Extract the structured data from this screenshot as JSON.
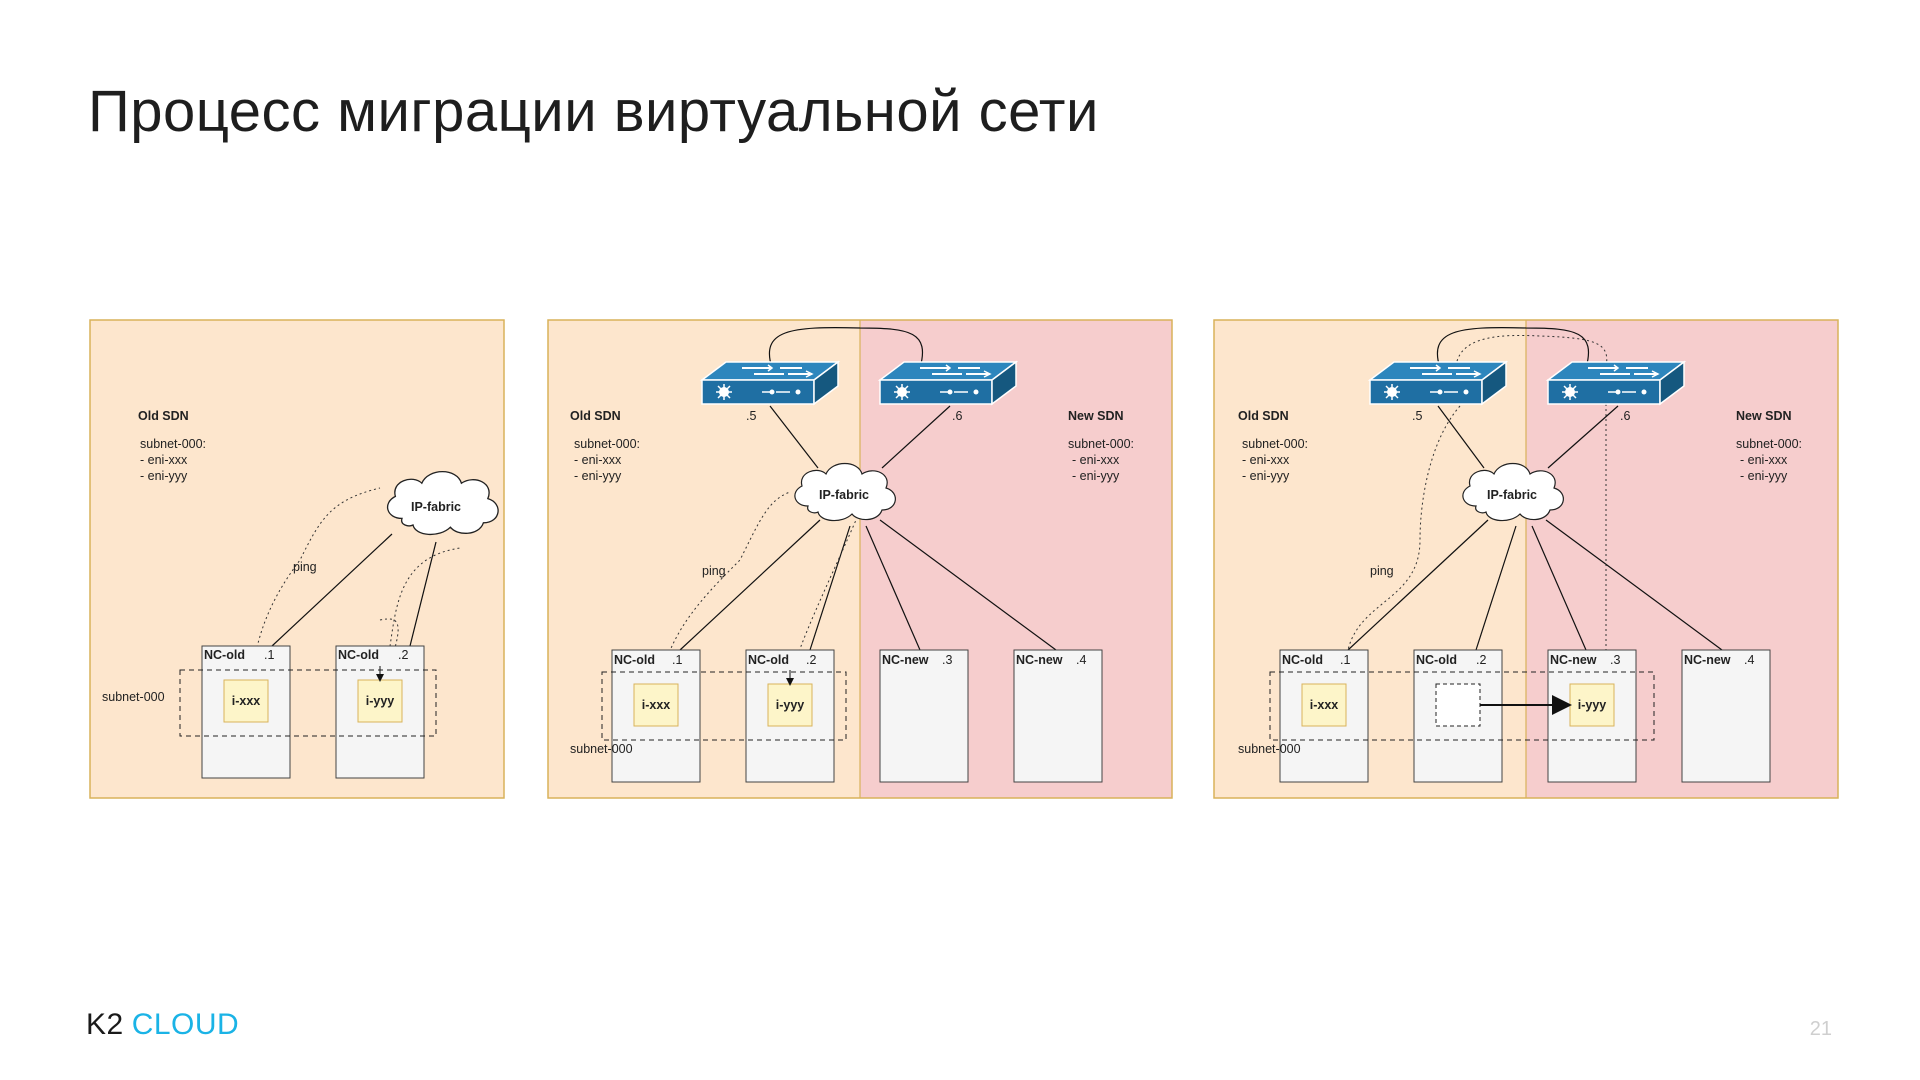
{
  "slide": {
    "title": "Процесс миграции виртуальной сети",
    "page_number": "21"
  },
  "logo": {
    "part1": "K2",
    "part2": "CLOUD",
    "accent_color": "#1ab3e6"
  },
  "colors": {
    "old_sdn_bg": "#fde6cd",
    "new_sdn_bg": "#f6cdcd",
    "switch": "#1f6fa3",
    "instance": "#fdf5c9"
  },
  "panel1": {
    "old_sdn": "Old SDN",
    "subnet_list": [
      "subnet-000:",
      " - eni-xxx",
      " - eni-yyy"
    ],
    "cloud": "IP-fabric",
    "ping": "ping",
    "subnet_label": "subnet-000",
    "nodes": [
      {
        "name": "NC-old",
        "ip": ".1",
        "instance": "i-xxx"
      },
      {
        "name": "NC-old",
        "ip": ".2",
        "instance": "i-yyy"
      }
    ]
  },
  "panel2": {
    "old_sdn": "Old SDN",
    "new_sdn": "New SDN",
    "subnet_list_old": [
      "subnet-000:",
      " - eni-xxx",
      " - eni-yyy"
    ],
    "subnet_list_new": [
      "subnet-000:",
      " - eni-xxx",
      " - eni-yyy"
    ],
    "switch_ips": [
      ".5",
      ".6"
    ],
    "cloud": "IP-fabric",
    "ping": "ping",
    "subnet_label": "subnet-000",
    "nodes": [
      {
        "name": "NC-old",
        "ip": ".1",
        "instance": "i-xxx"
      },
      {
        "name": "NC-old",
        "ip": ".2",
        "instance": "i-yyy"
      },
      {
        "name": "NC-new",
        "ip": ".3",
        "instance": ""
      },
      {
        "name": "NC-new",
        "ip": ".4",
        "instance": ""
      }
    ]
  },
  "panel3": {
    "old_sdn": "Old SDN",
    "new_sdn": "New SDN",
    "subnet_list_old": [
      "subnet-000:",
      " - eni-xxx",
      " - eni-yyy"
    ],
    "subnet_list_new": [
      "subnet-000:",
      " - eni-xxx",
      " - eni-yyy"
    ],
    "switch_ips": [
      ".5",
      ".6"
    ],
    "cloud": "IP-fabric",
    "ping": "ping",
    "subnet_label": "subnet-000",
    "nodes": [
      {
        "name": "NC-old",
        "ip": ".1",
        "instance": "i-xxx"
      },
      {
        "name": "NC-old",
        "ip": ".2",
        "instance": ""
      },
      {
        "name": "NC-new",
        "ip": ".3",
        "instance": "i-yyy"
      },
      {
        "name": "NC-new",
        "ip": ".4",
        "instance": ""
      }
    ]
  }
}
